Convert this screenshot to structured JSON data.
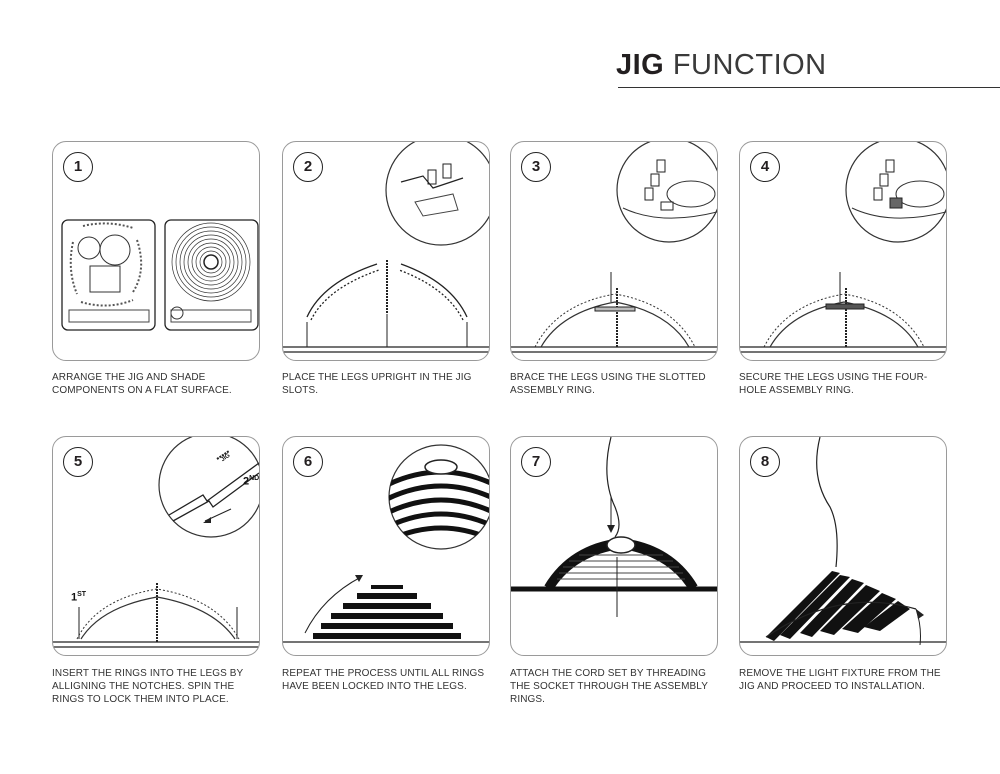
{
  "header": {
    "title_bold": "JIG",
    "title_light": "FUNCTION"
  },
  "steps": [
    {
      "number": "1",
      "caption": "ARRANGE THE JIG AND SHADE COMPONENTS ON A FLAT SURFACE."
    },
    {
      "number": "2",
      "caption": "PLACE THE LEGS UPRIGHT IN THE JIG SLOTS."
    },
    {
      "number": "3",
      "caption": "BRACE THE LEGS USING THE SLOTTED ASSEMBLY RING."
    },
    {
      "number": "4",
      "caption": "SECURE THE LEGS USING THE FOUR-HOLE ASSEMBLY RING."
    },
    {
      "number": "5",
      "caption": "INSERT THE RINGS INTO THE LEGS BY ALLIGNING THE NOTCHES. SPIN THE RINGS TO LOCK THEM INTO PLACE."
    },
    {
      "number": "6",
      "caption": "REPEAT THE PROCESS UNTIL ALL RINGS HAVE BEEN LOCKED INTO THE LEGS."
    },
    {
      "number": "7",
      "caption": "ATTACH THE CORD SET BY THREADING THE SOCKET THROUGH THE ASSEMBLY RINGS."
    },
    {
      "number": "8",
      "caption": "REMOVE THE LIGHT FIXTURE FROM THE JIG AND PROCEED TO INSTALLATION."
    }
  ],
  "labels": {
    "jig_label": "JIG",
    "first_ring": "1",
    "first_ring_suffix": "ST",
    "second_ring": "2",
    "second_ring_suffix": "ND"
  }
}
